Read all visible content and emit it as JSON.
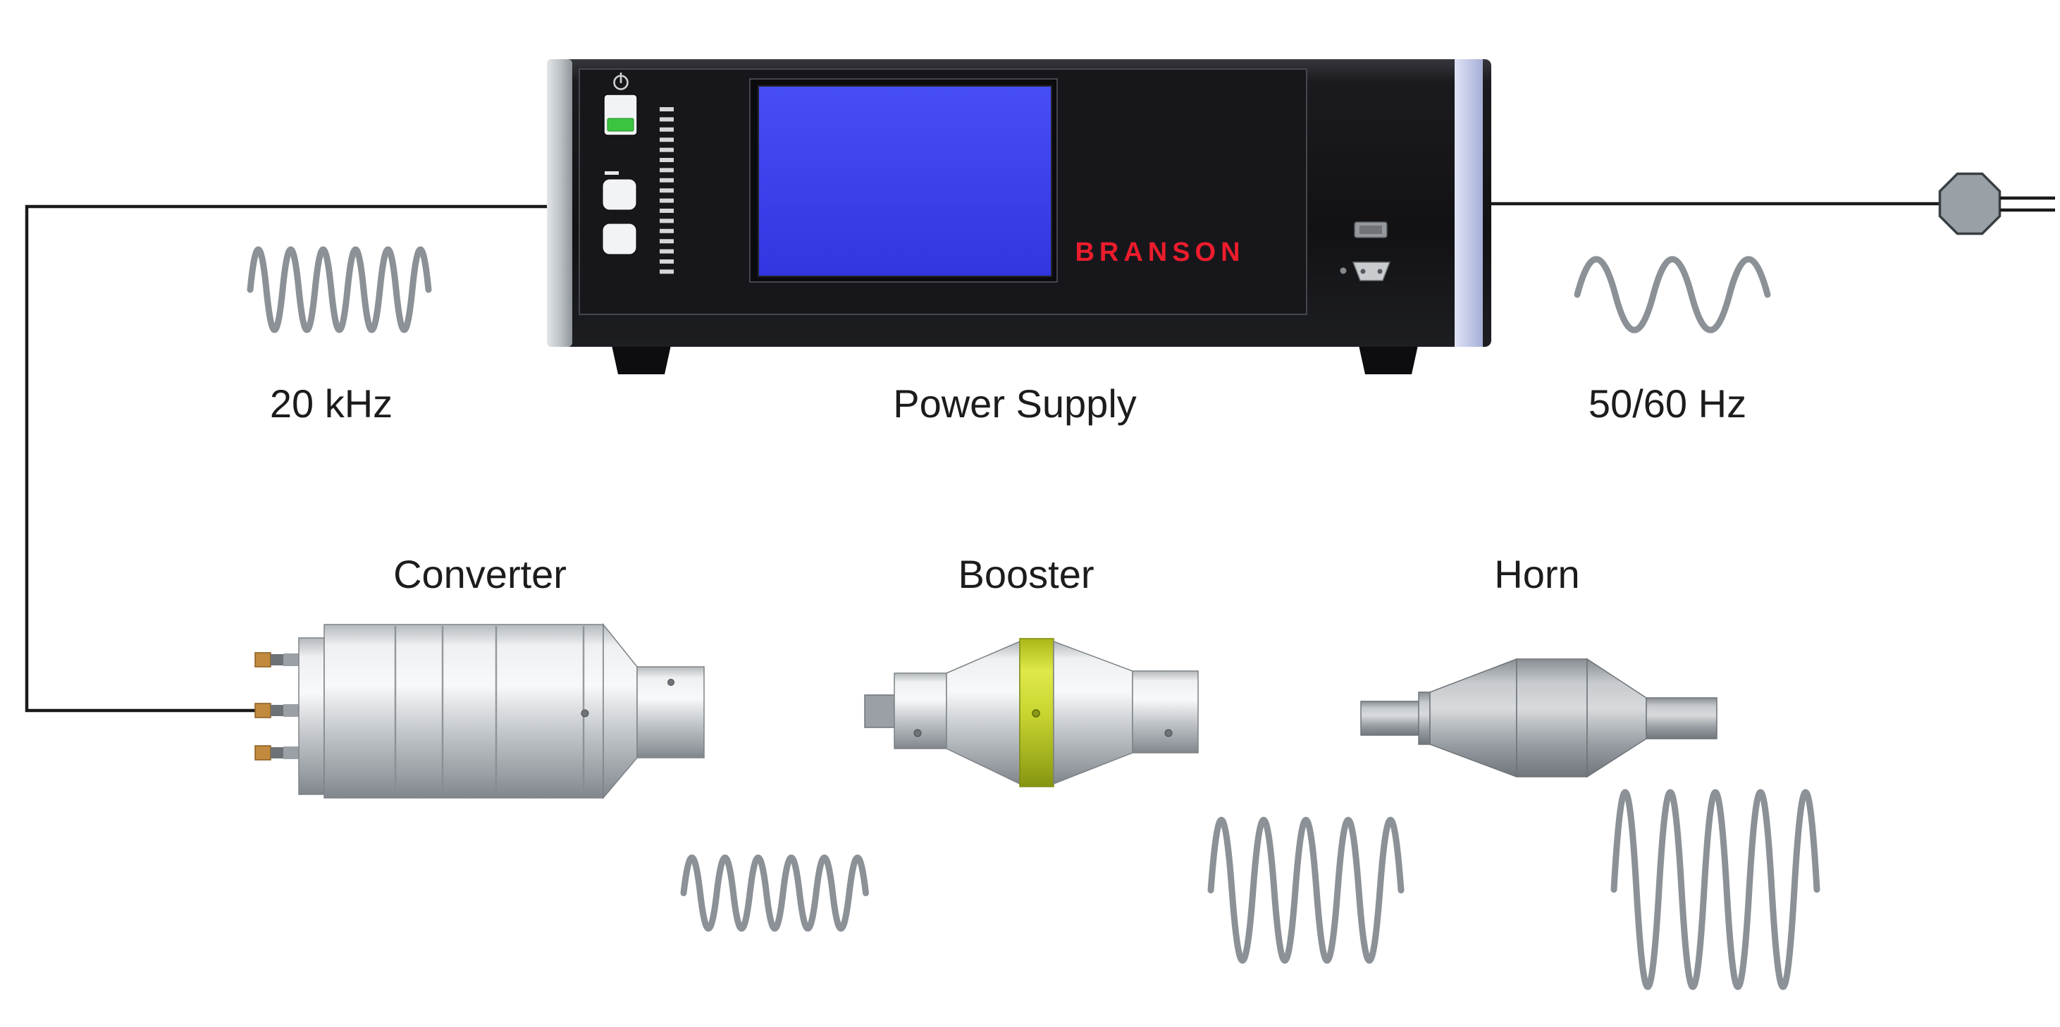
{
  "brand": "BRANSON",
  "labels": {
    "power_supply": "Power Supply",
    "converter": "Converter",
    "booster": "Booster",
    "horn": "Horn",
    "ultrasonic_frequency": "20 kHz",
    "line_frequency": "50/60 Hz"
  },
  "icons": {
    "power": "power-icon",
    "mains_plug": "mains-plug-icon"
  },
  "waveforms": [
    {
      "name": "ultrasonic-output",
      "cycles": 5.5
    },
    {
      "name": "line-input",
      "cycles": 2.5
    },
    {
      "name": "converter-vibration",
      "cycles": 5.5
    },
    {
      "name": "booster-vibration",
      "cycles": 4.5
    },
    {
      "name": "horn-vibration",
      "cycles": 4.5
    }
  ],
  "colors": {
    "brand_red": "#ec1c2c",
    "screen_blue": "#3d43f0",
    "chassis_black": "#141417",
    "metal_silver": "#c9cdd0",
    "booster_ring_yellow": "#c2d22f",
    "horn_gray": "#9aa0a5",
    "waveform_gray": "#8b9196",
    "cable_black": "#1a1a1a",
    "accent_strip_blue": "#bcc3e4",
    "power_led_green": "#3cc441"
  }
}
